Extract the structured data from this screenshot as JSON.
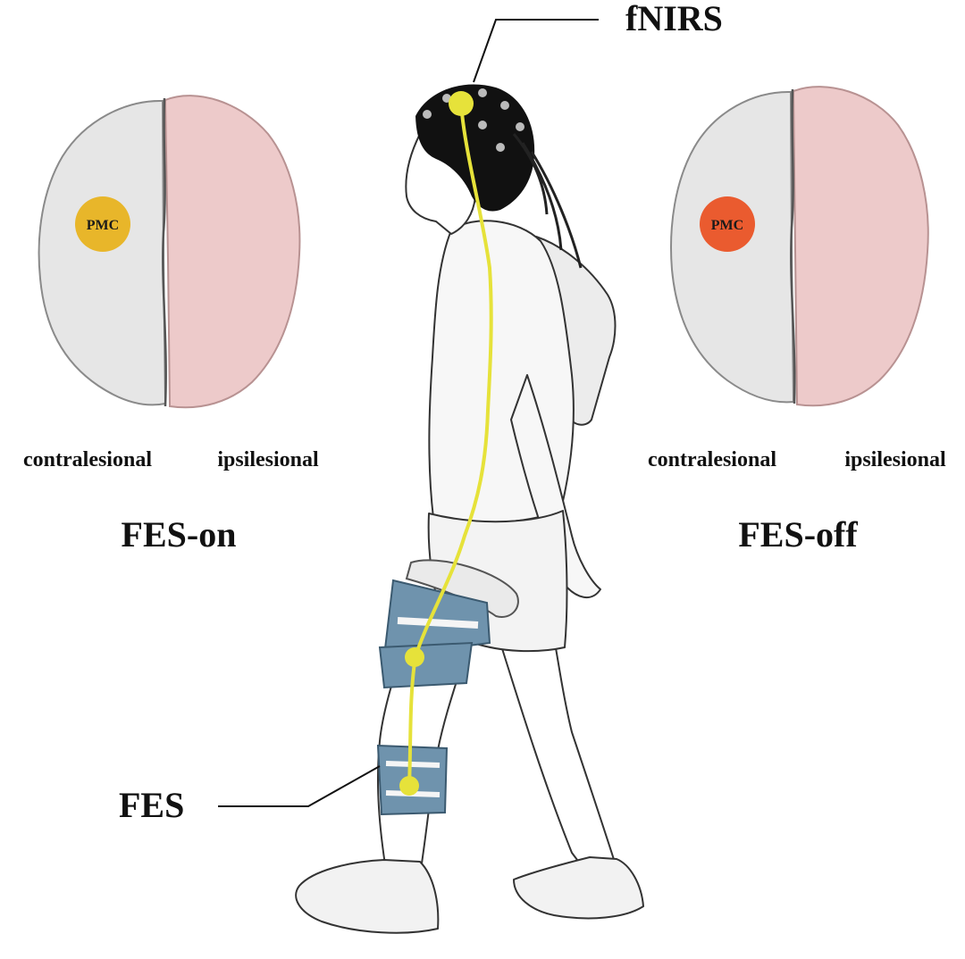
{
  "labels": {
    "fnirs": "fNIRS",
    "fes": "FES"
  },
  "brains": [
    {
      "condition": "FES-on",
      "region": "PMC",
      "left_hemisphere": "contralesional",
      "right_hemisphere": "ipsilesional",
      "region_color": "#e8b62a"
    },
    {
      "condition": "FES-off",
      "region": "PMC",
      "left_hemisphere": "contralesional",
      "right_hemisphere": "ipsilesional",
      "region_color": "#ea5b2f"
    }
  ],
  "colors": {
    "contralesional_fill": "#e6e6e6",
    "ipsilesional_fill": "#edcaca",
    "signal_line": "#e6e23a",
    "brace": "#6f93ad",
    "cap": "#111111"
  }
}
